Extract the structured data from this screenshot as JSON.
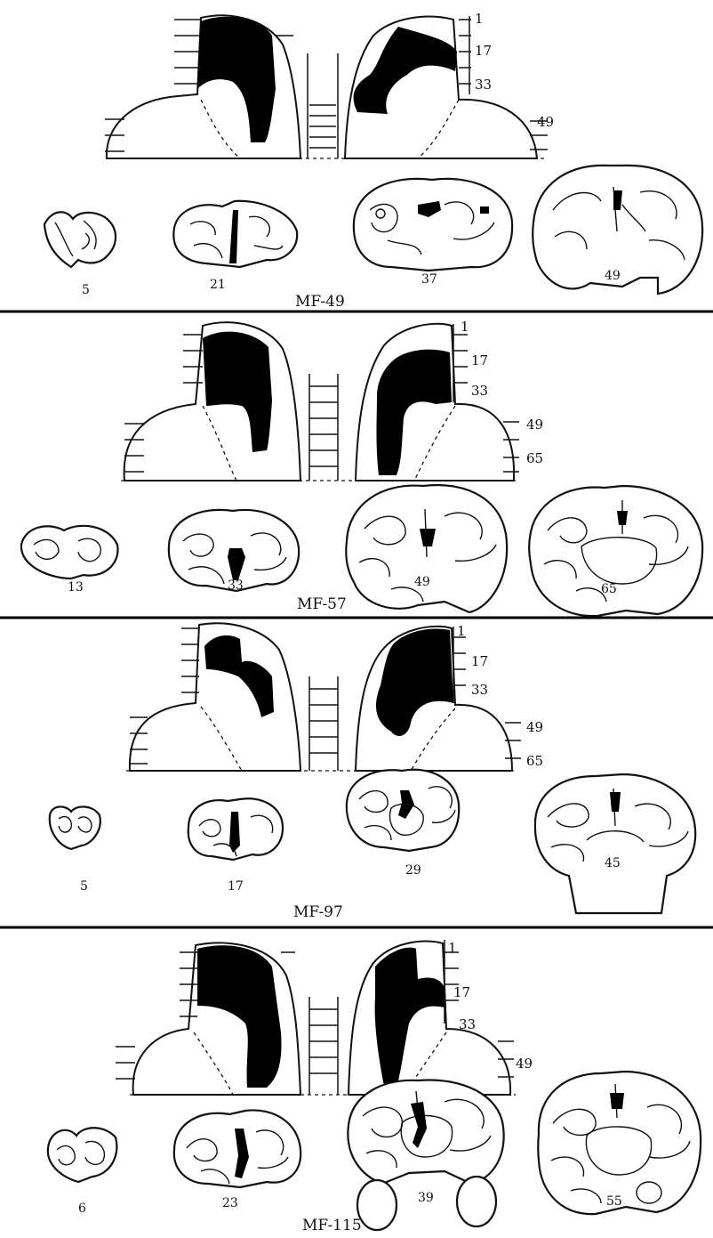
{
  "figure": {
    "panels": [
      {
        "case_label": "MF-49",
        "level_labels": [
          "1",
          "17",
          "33",
          "49"
        ],
        "section_numbers": [
          "5",
          "21",
          "37",
          "49"
        ]
      },
      {
        "case_label": "MF-57",
        "level_labels": [
          "1",
          "17",
          "33",
          "49",
          "65"
        ],
        "section_numbers": [
          "13",
          "33",
          "49",
          "65"
        ]
      },
      {
        "case_label": "MF-97",
        "level_labels": [
          "1",
          "17",
          "33",
          "49",
          "65"
        ],
        "section_numbers": [
          "5",
          "17",
          "29",
          "45"
        ]
      },
      {
        "case_label": "MF-115",
        "level_labels": [
          "1",
          "17",
          "33",
          "49"
        ],
        "section_numbers": [
          "6",
          "23",
          "39",
          "55"
        ]
      }
    ]
  }
}
